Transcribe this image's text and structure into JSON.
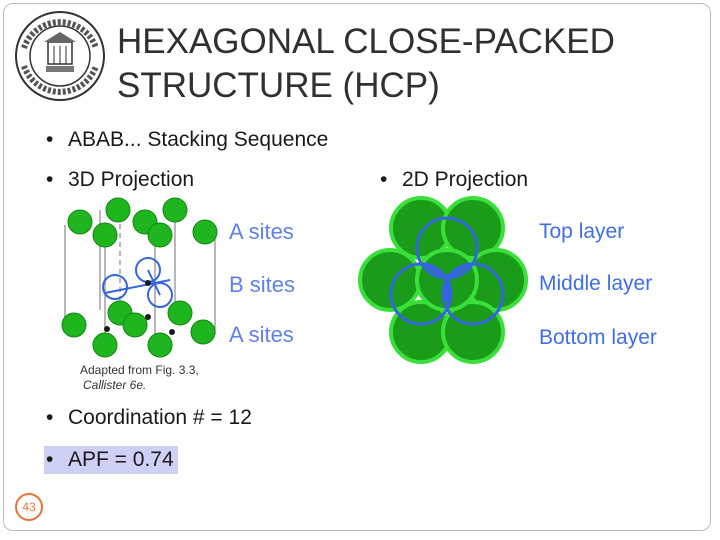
{
  "slide": {
    "title_line1": "HEXAGONAL CLOSE-PACKED",
    "title_line2": "STRUCTURE (HCP)",
    "bullets": {
      "stacking": "ABAB... Stacking Sequence",
      "proj3d": "3D Projection",
      "proj2d": "2D Projection",
      "coordination": "Coordination # = 12",
      "apf": "APF = 0.74"
    },
    "fig3d_labels": {
      "a_top": "A sites",
      "b": "B sites",
      "a_bottom": "A sites"
    },
    "fig2d_labels": {
      "top": "Top layer",
      "middle": "Middle layer",
      "bottom": "Bottom layer"
    },
    "caption": {
      "line1": "Adapted from Fig. 3.3,",
      "line2": "Callister 6e."
    },
    "page_number": "43"
  },
  "colors": {
    "sphere_green": "#22aa22",
    "bright_green": "#33dd33",
    "site_blue": "#3366dd",
    "page_badge": "#e8743a"
  },
  "icons": {
    "logo": "college-seal-logo",
    "bullet": "bullet-dot"
  }
}
